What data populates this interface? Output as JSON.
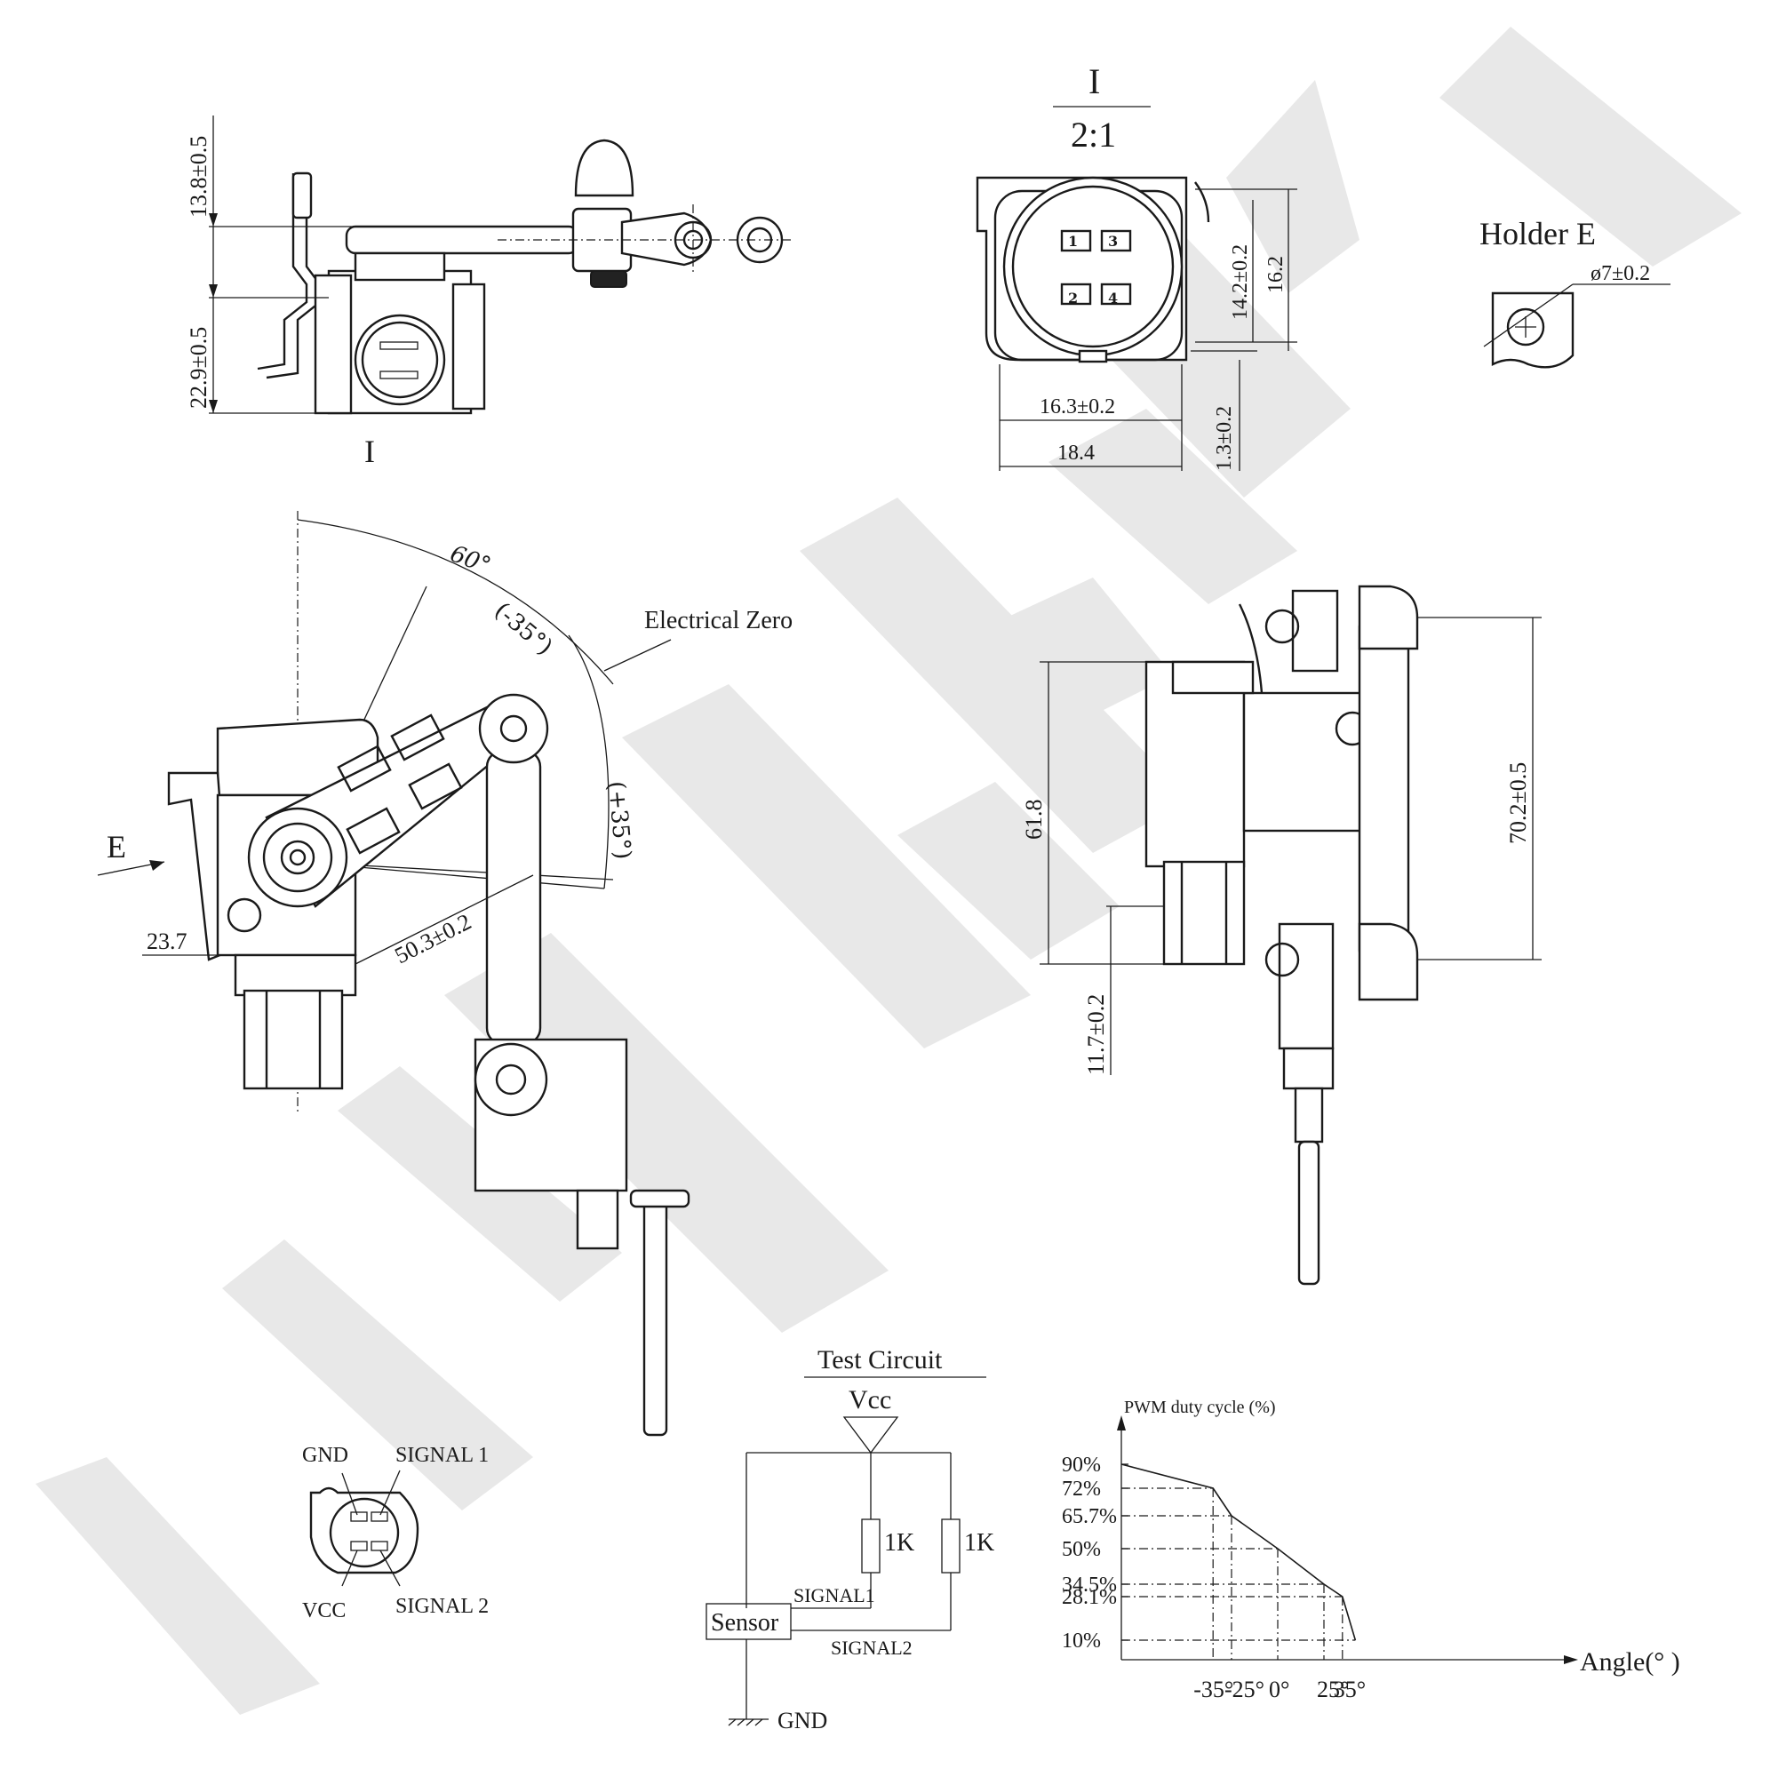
{
  "colors": {
    "ink": "#1a1a1a",
    "watermark": "#e6e6e6",
    "paper": "#ffffff"
  },
  "top_view": {
    "dim_top": "13.8±0.5",
    "dim_body": "22.9±0.5",
    "section_label": "I"
  },
  "detail_view": {
    "label": "I",
    "scale": "2:1",
    "pins": [
      "1",
      "3",
      "2",
      "4"
    ],
    "dim_h1": "14.2±0.2",
    "dim_h2": "16.2",
    "dim_w1": "16.3±0.2",
    "dim_w2": "18.4",
    "dim_v3": "1.3±0.2"
  },
  "holder": {
    "label": "Holder E",
    "diameter": "ø7±0.2"
  },
  "main_view": {
    "angle_total": "60°",
    "angle_neg": "(-35°)",
    "angle_pos": "(+35°)",
    "electrical_zero": "Electrical Zero",
    "holder_ref": "E",
    "dim_arm": "50.3±0.2",
    "dim_base": "23.7"
  },
  "side_view": {
    "dim_height": "61.8",
    "dim_total": "70.2±0.5",
    "dim_bottom": "11.7±0.2"
  },
  "pinout": {
    "gnd": "GND",
    "signal1": "SIGNAL 1",
    "vcc": "VCC",
    "signal2": "SIGNAL 2"
  },
  "test_circuit": {
    "title": "Test Circuit",
    "vcc": "Vcc",
    "r1": "1K",
    "r2": "1K",
    "signal1": "SIGNAL1",
    "signal2": "SIGNAL2",
    "sensor": "Sensor",
    "gnd": "GND"
  },
  "chart_data": {
    "type": "line",
    "title": "",
    "ylabel": "PWM duty cycle (%)",
    "xlabel": "Angle(° )",
    "y_ticks": [
      "90%",
      "72%",
      "65.7%",
      "50%",
      "34.5%",
      "28.1%",
      "10%"
    ],
    "x_ticks": [
      "-35°",
      "-25°",
      "0°",
      "25°",
      "35°"
    ],
    "series": [
      {
        "x": [
          -60,
          -35,
          -25,
          0,
          25,
          35,
          42
        ],
        "y": [
          90,
          72,
          65.7,
          50,
          34.5,
          28.1,
          10
        ]
      }
    ],
    "guides": [
      {
        "x": -35,
        "y": 72
      },
      {
        "x": -25,
        "y": 65.7
      },
      {
        "x": 0,
        "y": 50
      },
      {
        "x": 25,
        "y": 34.5
      },
      {
        "x": 35,
        "y": 28.1
      }
    ]
  }
}
